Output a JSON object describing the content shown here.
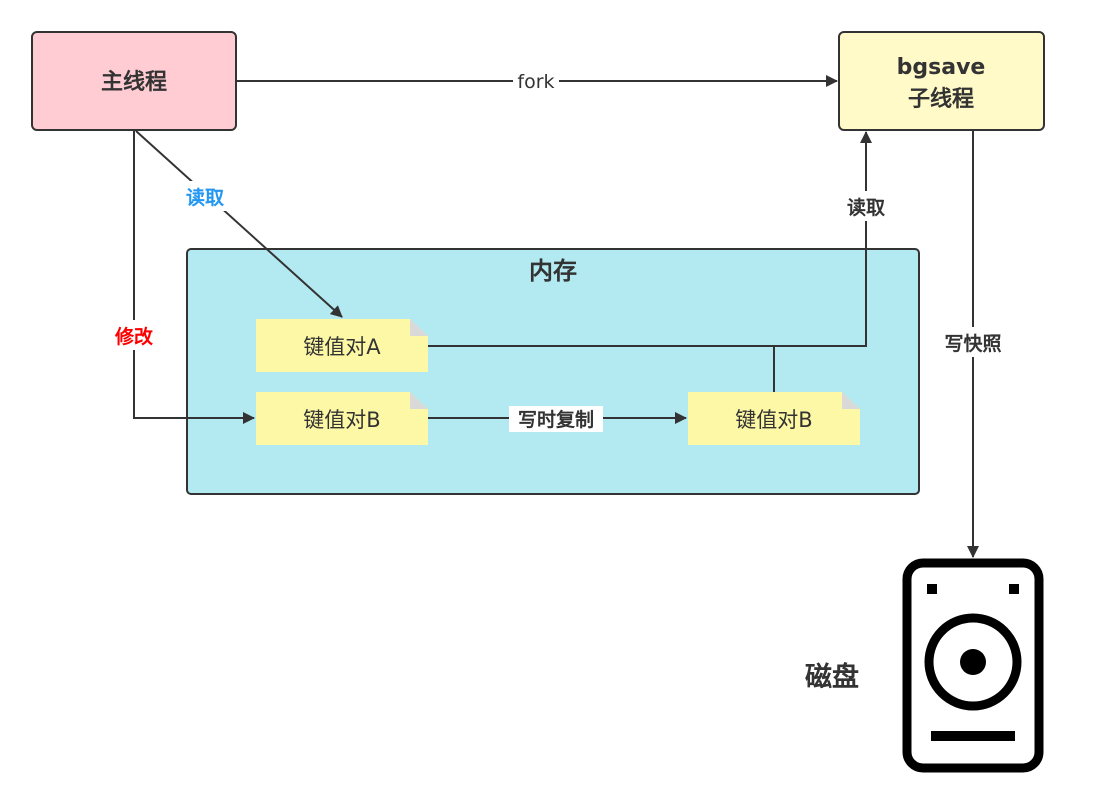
{
  "nodes": {
    "main_thread": "主线程",
    "bgsave_line1": "bgsave",
    "bgsave_line2": "子线程",
    "memory": "内存",
    "kv_a": "键值对A",
    "kv_b": "键值对B",
    "kv_b_copy": "键值对B",
    "disk": "磁盘"
  },
  "edges": {
    "fork": "fork",
    "main_read": "读取",
    "main_modify": "修改",
    "copy_on_write": "写时复制",
    "bgsave_read": "读取",
    "write_snapshot": "写快照"
  },
  "colors": {
    "main_thread_fill": "#ffccd3",
    "bgsave_fill": "#fffac8",
    "memory_fill": "#b3eaf2",
    "kv_fill": "#fdf8a6",
    "stroke": "#333333",
    "read_label": "#2196f3",
    "modify_label": "#ff0000"
  },
  "icons": {
    "disk": "speaker-disk-icon"
  }
}
